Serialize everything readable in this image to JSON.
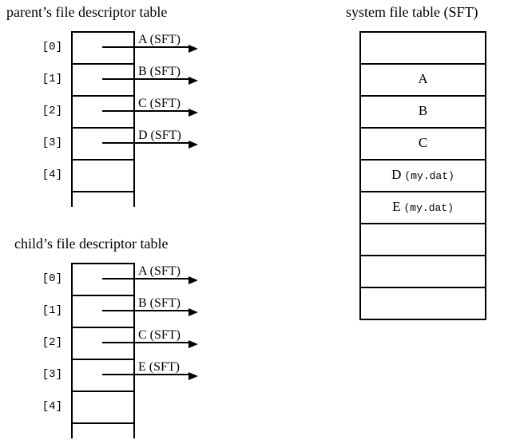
{
  "parent_table": {
    "title": "parent’s file descriptor table",
    "rows": [
      {
        "index": "[0]",
        "arrow": "A (SFT)"
      },
      {
        "index": "[1]",
        "arrow": "B (SFT)"
      },
      {
        "index": "[2]",
        "arrow": "C (SFT)"
      },
      {
        "index": "[3]",
        "arrow": "D (SFT)"
      },
      {
        "index": "[4]"
      }
    ]
  },
  "child_table": {
    "title": "child’s file descriptor table",
    "rows": [
      {
        "index": "[0]",
        "arrow": "A (SFT)"
      },
      {
        "index": "[1]",
        "arrow": "B (SFT)"
      },
      {
        "index": "[2]",
        "arrow": "C (SFT)"
      },
      {
        "index": "[3]",
        "arrow": "E (SFT)"
      },
      {
        "index": "[4]"
      }
    ]
  },
  "sft_table": {
    "title": "system file table (SFT)",
    "rows": [
      {
        "letter": ""
      },
      {
        "letter": "A"
      },
      {
        "letter": "B"
      },
      {
        "letter": "C"
      },
      {
        "letter": "D",
        "file": "(my.dat)"
      },
      {
        "letter": "E",
        "file": "(my.dat)"
      },
      {
        "letter": ""
      },
      {
        "letter": ""
      },
      {
        "letter": ""
      }
    ]
  },
  "icons": {
    "arrowhead": "right-arrow-triangle"
  },
  "colors": {
    "background": "#ffffff",
    "line": "#000000",
    "text": "#000000"
  }
}
